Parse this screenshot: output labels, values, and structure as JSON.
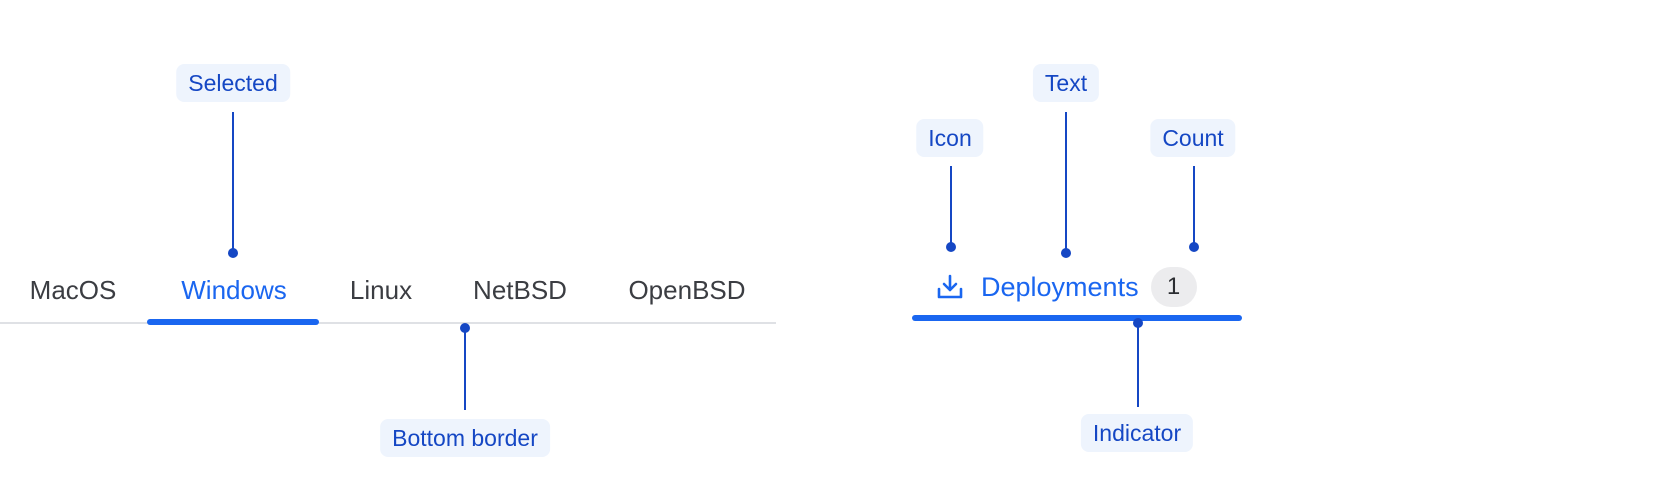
{
  "annotations": {
    "selected": "Selected",
    "bottom_border": "Bottom border",
    "icon": "Icon",
    "text": "Text",
    "count": "Count",
    "indicator": "Indicator"
  },
  "os_tabs": {
    "selected_index": 1,
    "items": [
      {
        "label": "MacOS"
      },
      {
        "label": "Windows"
      },
      {
        "label": "Linux"
      },
      {
        "label": "NetBSD"
      },
      {
        "label": "OpenBSD"
      }
    ]
  },
  "deployments_tab": {
    "icon": "download-icon",
    "label": "Deployments",
    "count": "1"
  },
  "colors": {
    "accent": "#1a66f0",
    "annotation": "#1547c4",
    "annotation_bg": "#eef4fd",
    "border": "#dfe1e5",
    "count_bg": "#ececee"
  }
}
